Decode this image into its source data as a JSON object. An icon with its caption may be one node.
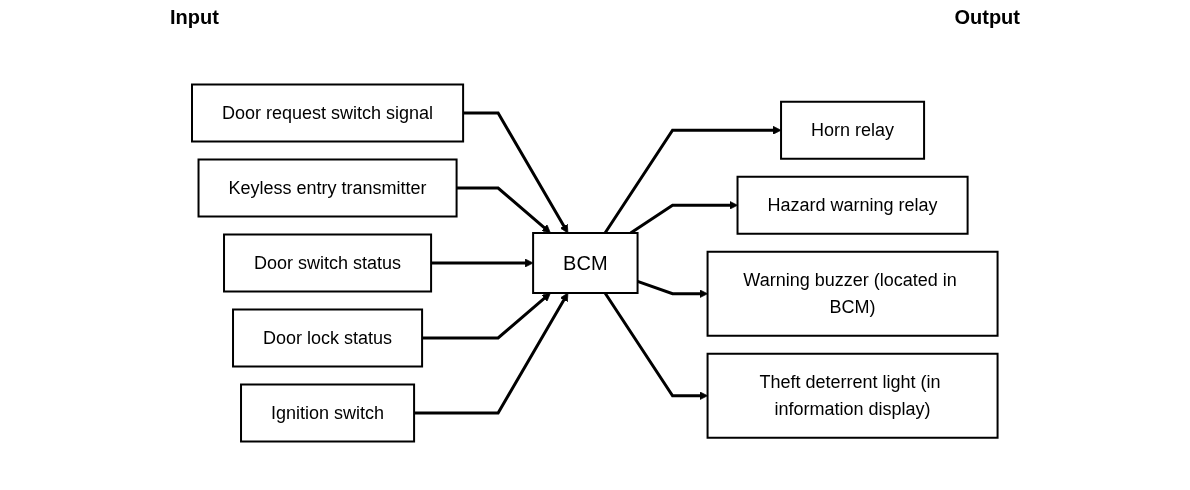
{
  "diagram": {
    "nodes": [
      {
        "text": [
          "Door request switch signal"
        ]
      },
      {
        "text": [
          "Keyless entry transmitter"
        ]
      },
      {
        "text": [
          "Door switch status"
        ]
      },
      {
        "text": [
          "Door lock status"
        ]
      },
      {
        "text": [
          "Ignition switch"
        ]
      },
      {
        "text": [
          "BCM"
        ]
      },
      {
        "text": [
          "Horn relay"
        ]
      },
      {
        "text": [
          "Hazard warning relay"
        ]
      },
      {
        "text": [
          "Warning buzzer (located in BCM)"
        ]
      },
      {
        "text": [
          "Theft deterrent light (in information display)"
        ]
      }
    ],
    "edges": [
      {
        "from": 0,
        "to": 5,
        "arrow": "to"
      },
      {
        "from": 1,
        "to": 5,
        "arrow": "to"
      },
      {
        "from": 2,
        "to": 5,
        "arrow": "to"
      },
      {
        "from": 3,
        "to": 5,
        "arrow": "to"
      },
      {
        "from": 4,
        "to": 5,
        "arrow": "to"
      },
      {
        "from": 5,
        "to": 6,
        "arrow": "to"
      },
      {
        "from": 5,
        "to": 7,
        "arrow": "to"
      },
      {
        "from": 5,
        "to": 8,
        "arrow": "to"
      },
      {
        "from": 5,
        "to": 9,
        "arrow": "to"
      }
    ],
    "labels": [
      "Input",
      "Output"
    ]
  }
}
